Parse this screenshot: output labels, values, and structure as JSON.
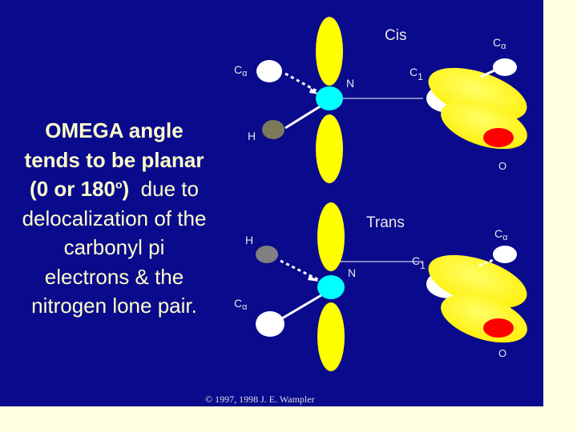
{
  "caption": {
    "lines": [
      "OMEGA angle",
      "tends to be planar",
      "(0 or 180",
      "o",
      ")",
      "due to",
      "delocalization of the",
      "carbonyl pi",
      "electrons & the",
      "nitrogen lone pair."
    ]
  },
  "cis": {
    "title": "Cis",
    "calpha_left": "C",
    "calpha_right": "C",
    "alpha": "α",
    "n": "N",
    "c": "C",
    "c_sub": "1",
    "h": "H",
    "o": "O"
  },
  "trans": {
    "title": "Trans",
    "calpha_right": "C",
    "calpha_left": "C",
    "alpha": "α",
    "n": "N",
    "c": "C",
    "c_sub": "1",
    "h": "H",
    "o": "O"
  },
  "copyright": "© 1997, 1998 J. E. Wampler",
  "colors": {
    "background": "#0A0A8C",
    "orbital": "#FFFF00",
    "nitrogen": "#00FFFF",
    "oxygen": "#FF0000",
    "hydrogen": "#808080",
    "carbon": "#FFFFFF",
    "page": "#FFFFE0"
  }
}
